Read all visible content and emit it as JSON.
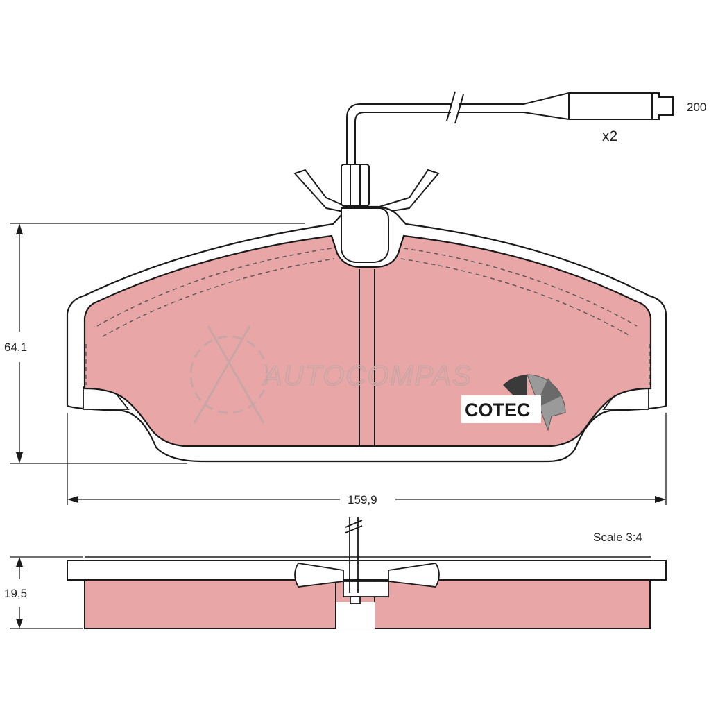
{
  "labels": {
    "cable_length": "200",
    "quantity": "x2",
    "height": "64,1",
    "width": "159,9",
    "thickness": "19,5",
    "scale": "Scale 3:4"
  },
  "watermark": "AUTOCOMPAS",
  "logo_text": "COTEC",
  "colors": {
    "pad_fill": "#e9a6a6",
    "line": "#1a1a1a",
    "watermark": "#c9a6a6"
  }
}
